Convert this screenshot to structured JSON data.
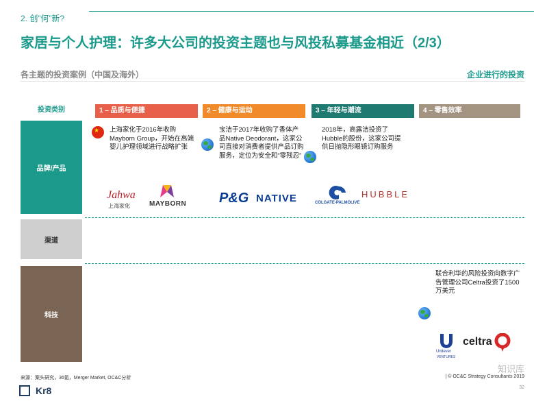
{
  "header": {
    "section": "2. 创”何”新?",
    "title": "家居与个人护理：许多大公司的投资主题也与风投私募基金相近（2/3）",
    "subtitle_left": "各主题的投资案例（中国及海外）",
    "subtitle_right": "企业进行的投资"
  },
  "table": {
    "category_header": "投资类别",
    "columns": [
      {
        "label": "1 – 品质与便捷",
        "color": "#e8604a"
      },
      {
        "label": "2 – 健康与运动",
        "color": "#f08a2a"
      },
      {
        "label": "3 – 年轻与潮流",
        "color": "#1f7a72"
      },
      {
        "label": "4 – 零售效率",
        "color": "#a39482"
      }
    ],
    "rows": [
      {
        "label": "品牌/产品",
        "color": "#1b9a8c"
      },
      {
        "label": "渠道",
        "color": "#cfcfcf"
      },
      {
        "label": "科技",
        "color": "#7a6555"
      }
    ]
  },
  "cases": {
    "c1": {
      "icon": "china-flag-icon",
      "text": "上海家化于2016年收购Mayborn Group，开始在高端婴儿护理领域进行战略扩张"
    },
    "c2": {
      "icon": "globe-icon",
      "text": "宝洁于2017年收购了香体产品Native Deodorant，这家公司直接对消费者提供产品订购服务，定位为安全和“零残忍”"
    },
    "c3": {
      "icon": "globe-icon",
      "text": "2018年，高露洁投资了Hubble的股份，这家公司提供日抛隐形眼镜订购服务"
    },
    "c4": {
      "icon": "globe-icon",
      "text": "联合利华的风险投资向数字广告管理公司Celtra投资了1500万美元"
    }
  },
  "logos": {
    "jahwa": "Jahwa",
    "jahwa_cn": "上海家化",
    "mayborn": "MAYBORN",
    "pg": "P&G",
    "native": "NATIVE",
    "colgate": "COLGATE-PALMOLIVE",
    "hubble": "HUBBLE",
    "unilever": "Unilever",
    "unilever_sub": "VENTURES",
    "celtra": "celtra"
  },
  "footer": {
    "source": "来源：案头研究，36氪，Merger Market, OC&C分析",
    "copyright": "| © OC&C Strategy Consultants 2019",
    "page": "32",
    "brand": "Kr8",
    "watermark": "知识库"
  },
  "colors": {
    "accent": "#1b9a8c",
    "pg_blue": "#0a3d91",
    "colgate_blue": "#1c4fa3",
    "hubble_red": "#b3322c",
    "celtra_red": "#d62828",
    "unilever_blue": "#1f3f96"
  }
}
